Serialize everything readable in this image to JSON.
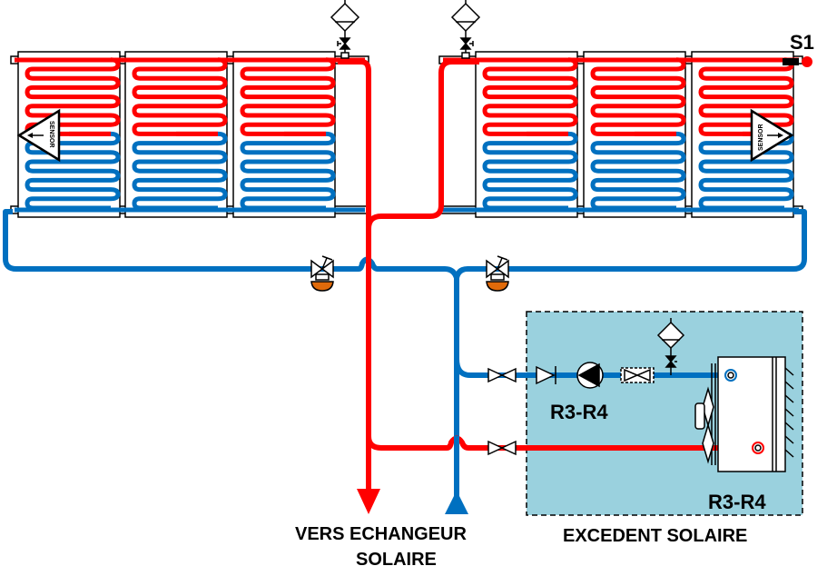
{
  "colors": {
    "hot": "#ff0000",
    "cold": "#0070c0",
    "box_fill": "#9ad1de",
    "outline": "#000000",
    "trap": "#e06a0a"
  },
  "labels": {
    "sensor_id": "S1",
    "sensor_left": "SENSOR",
    "sensor_right": "SENSOR",
    "pump_label": "R3-R4",
    "box_label": "R3-R4",
    "box_caption": "EXCEDENT SOLAIRE",
    "to_exchanger_line1": "VERS ECHANGEUR",
    "to_exchanger_line2": "SOLAIRE"
  },
  "collectors": {
    "left_group_panels": 3,
    "right_group_panels": 3,
    "hot_loops_per_panel": 4,
    "cold_loops_per_panel": 4
  }
}
